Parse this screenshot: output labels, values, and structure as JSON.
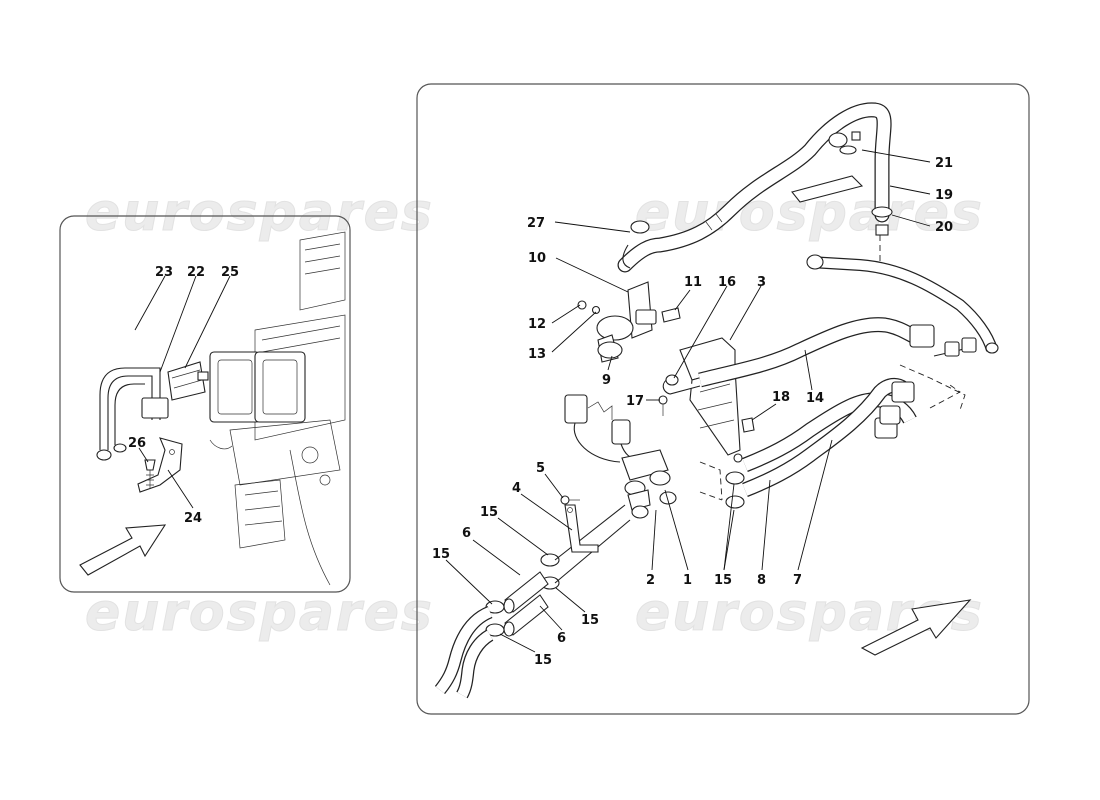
{
  "watermark": {
    "text": "eurospares"
  },
  "callouts": {
    "c1": "1",
    "c2": "2",
    "c3": "3",
    "c4": "4",
    "c5": "5",
    "c6a": "6",
    "c6b": "6",
    "c7": "7",
    "c8": "8",
    "c9": "9",
    "c10": "10",
    "c11": "11",
    "c12": "12",
    "c13": "13",
    "c14": "14",
    "c15a": "15",
    "c15b": "15",
    "c15c": "15",
    "c15d": "15",
    "c15e": "15",
    "c16": "16",
    "c17": "17",
    "c18": "18",
    "c19": "19",
    "c20": "20",
    "c21": "21",
    "c22": "22",
    "c23": "23",
    "c24": "24",
    "c25": "25",
    "c26": "26",
    "c27": "27"
  }
}
